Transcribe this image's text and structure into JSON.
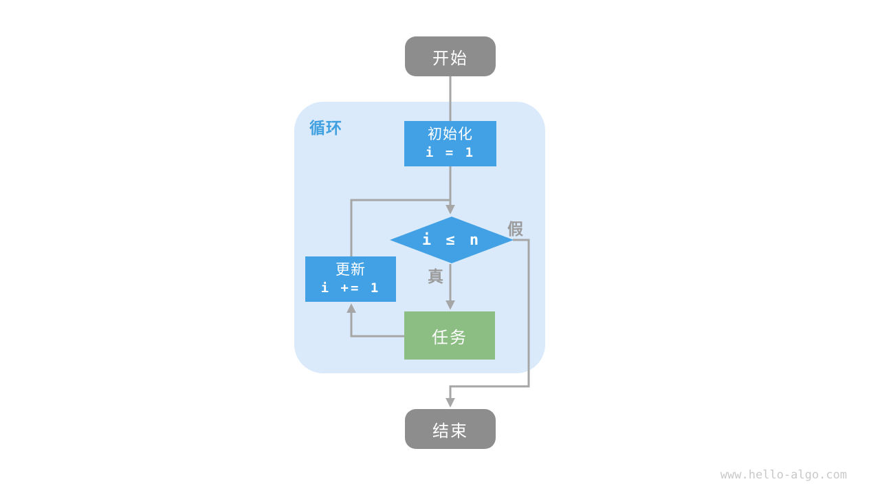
{
  "diagram": {
    "loop_container": {
      "label": "循环"
    },
    "nodes": {
      "start": {
        "label": "开始"
      },
      "init": {
        "line1": "初始化",
        "line2": "i = 1"
      },
      "condition": {
        "label": "i ≤ n"
      },
      "update": {
        "line1": "更新",
        "line2": "i += 1"
      },
      "task": {
        "label": "任务"
      },
      "end": {
        "label": "结束"
      }
    },
    "edge_labels": {
      "true": "真",
      "false": "假"
    },
    "colors": {
      "node-blue": "#42a1e4",
      "node-green": "#8cbd82",
      "node-gray": "#8d8d8d",
      "container-bg": "#daeafa",
      "line-gray": "#a6a6a6",
      "label-blue": "#41a0e0",
      "label-gray": "#9b9b9b",
      "watermark-gray": "#c9c9c9"
    }
  },
  "watermark": "www.hello-algo.com"
}
